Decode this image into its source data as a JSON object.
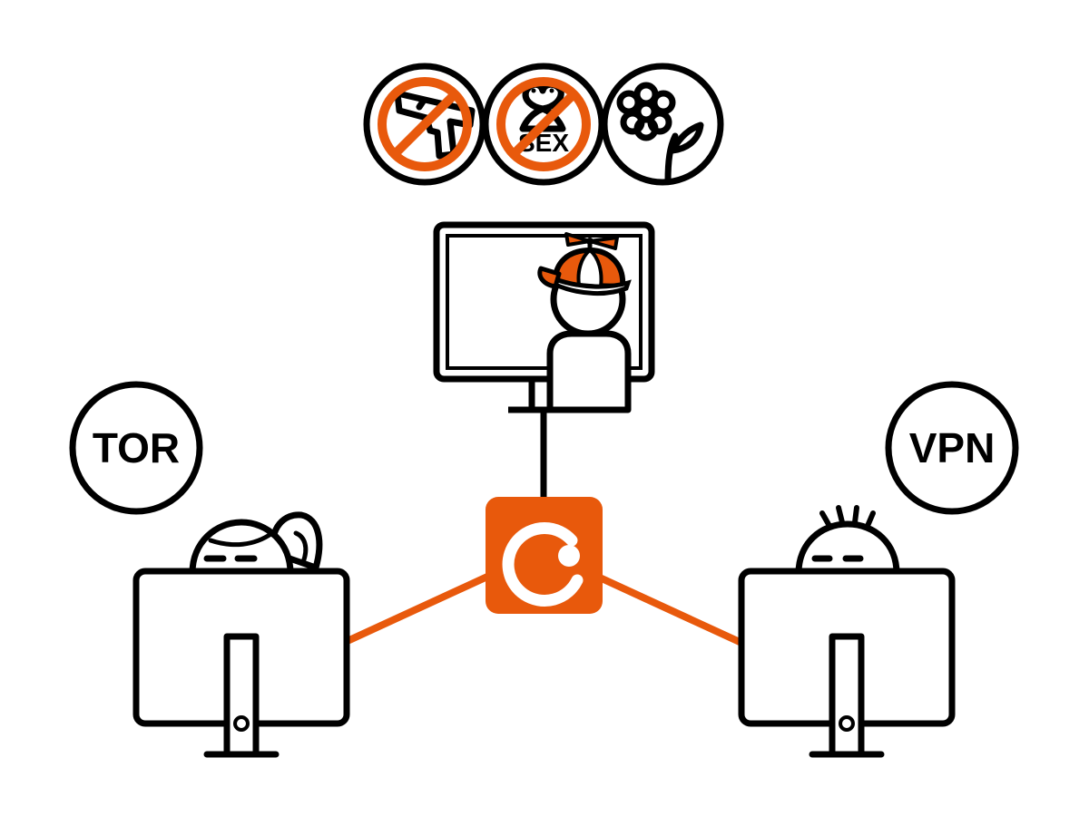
{
  "colors": {
    "accent": "#e8590c",
    "ink": "#000000",
    "background": "#ffffff"
  },
  "badges": {
    "left_label": "TOR",
    "right_label": "VPN"
  },
  "content_filters": [
    {
      "icon": "gun-icon",
      "blocked": true
    },
    {
      "icon": "adult-icon",
      "label": "SEX",
      "blocked": true
    },
    {
      "icon": "flower-icon",
      "blocked": false
    }
  ],
  "hub": {
    "icon": "power-logo-icon"
  },
  "nodes": [
    {
      "role": "child-at-monitor",
      "icon": "propeller-cap-icon"
    },
    {
      "role": "left-user-computer",
      "icon": "girl-ponytail-icon"
    },
    {
      "role": "right-user-computer",
      "icon": "boy-spiky-hair-icon"
    }
  ]
}
